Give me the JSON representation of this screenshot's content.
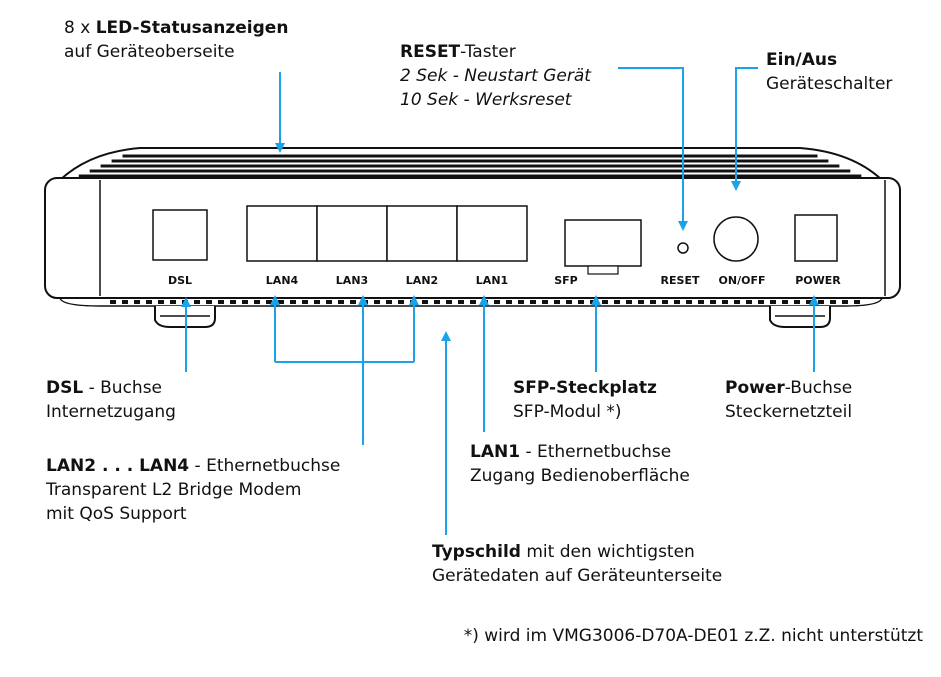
{
  "callouts": {
    "led": {
      "prefix": "8 x ",
      "bold": "LED-Statusanzeigen",
      "line2": "auf Geräteoberseite"
    },
    "reset": {
      "bold": "RESET",
      "suffix": "-Taster",
      "line2": "2 Sek - Neustart Gerät",
      "line3": "10 Sek - Werksreset"
    },
    "power_switch": {
      "bold": "Ein/Aus",
      "line2": "Geräteschalter"
    },
    "dsl": {
      "bold": "DSL",
      "suffix": " - Buchse",
      "line2": "Internetzugang"
    },
    "lan2_4": {
      "bold": "LAN2 . . . LAN4",
      "suffix": " - Ethernetbuchse",
      "line2": "Transparent L2 Bridge Modem",
      "line3": "mit QoS Support"
    },
    "sfp": {
      "bold": "SFP-Steckplatz",
      "line2": "SFP-Modul *)"
    },
    "power": {
      "bold": "Power",
      "suffix": "-Buchse",
      "line2": "Steckernetzteil"
    },
    "lan1": {
      "bold": "LAN1",
      "suffix": " - Ethernetbuchse",
      "line2": "Zugang Bedienoberfläche"
    },
    "typschild": {
      "bold": "Typschild",
      "suffix": " mit den wichtigsten",
      "line2": "Gerätedaten auf Geräteunterseite"
    }
  },
  "footnote": "*) wird im VMG3006-D70A-DE01 z.Z. nicht unterstützt",
  "ports": {
    "dsl": "DSL",
    "lan4": "LAN4",
    "lan3": "LAN3",
    "lan2": "LAN2",
    "lan1": "LAN1",
    "sfp": "SFP",
    "reset": "RESET",
    "onoff": "ON/OFF",
    "power": "POWER"
  },
  "colors": {
    "arrow": "#1aa3e8",
    "outline": "#1a1a1a",
    "vent": "#111111"
  }
}
